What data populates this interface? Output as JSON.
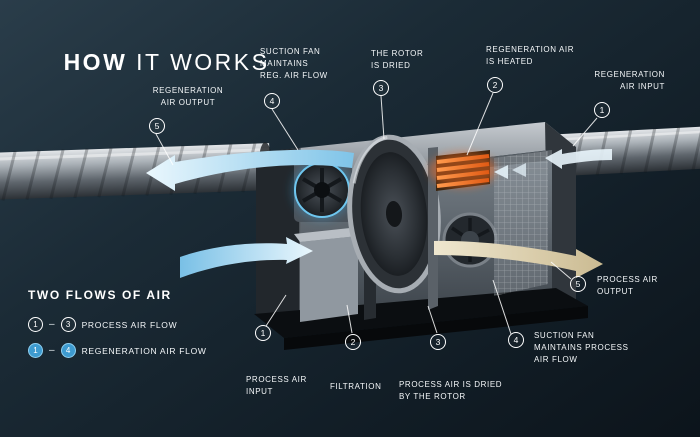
{
  "title": {
    "strong": "HOW",
    "light": " IT WORKS"
  },
  "callouts": [
    {
      "num": "5",
      "label": "REGENERATION\nAIR OUTPUT"
    },
    {
      "num": "4",
      "label": "SUCTION FAN\nMAINTAINS\nREG. AIR FLOW"
    },
    {
      "num": "3",
      "label": "THE ROTOR\nIS DRIED"
    },
    {
      "num": "2",
      "label": "REGENERATION AIR\nIS HEATED"
    },
    {
      "num": "1",
      "label": "REGENERATION\nAIR INPUT"
    },
    {
      "num": "5",
      "label": "PROCESS AIR\nOUTPUT"
    },
    {
      "num": "4",
      "label": "SUCTION FAN\nMAINTAINS PROCESS\nAIR FLOW"
    },
    {
      "num": "3",
      "label": "PROCESS AIR IS DRIED\nBY THE ROTOR"
    },
    {
      "num": "2",
      "label": "FILTRATION"
    },
    {
      "num": "1",
      "label": "PROCESS AIR\nINPUT"
    }
  ],
  "legend": {
    "heading": "TWO FLOWS OF AIR",
    "rows": [
      {
        "from": "1",
        "separator": "–",
        "to": "3",
        "label": "PROCESS AIR FLOW"
      },
      {
        "from": "1",
        "separator": "–",
        "to": "4",
        "label": "REGENERATION AIR FLOW"
      }
    ]
  },
  "colors": {
    "background_navy": "#16232e",
    "flow_blue": "#7fc4e8",
    "process_tan": "#d8cba4",
    "heater_orange": "#ff7a2e"
  }
}
